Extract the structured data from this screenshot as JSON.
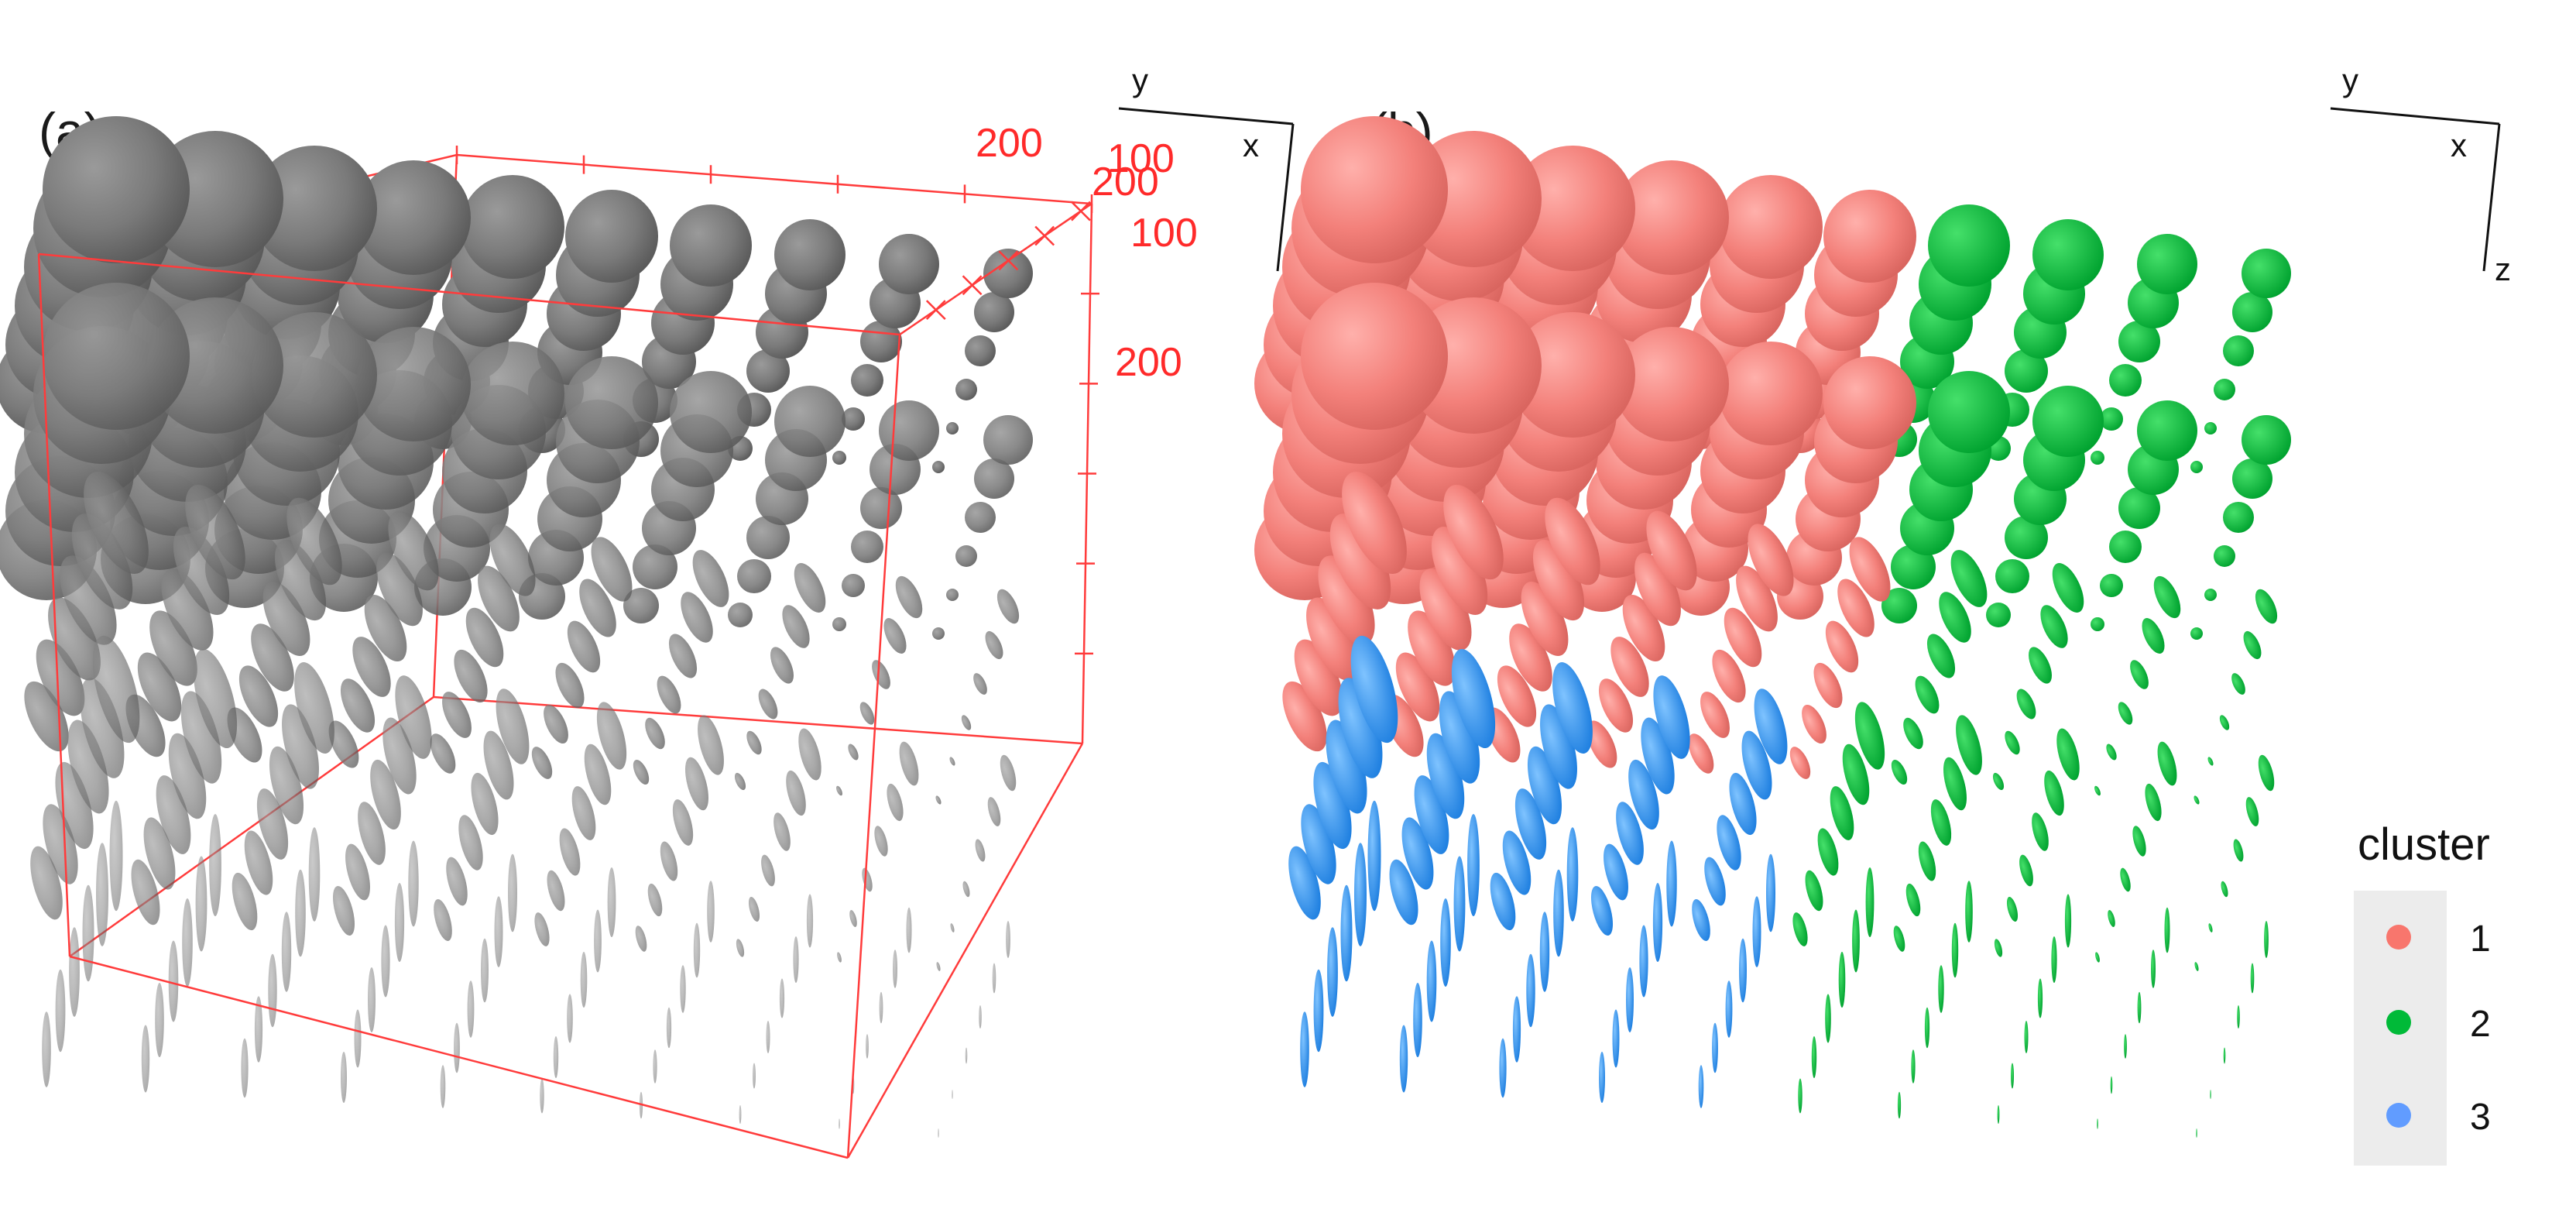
{
  "panels": {
    "a": {
      "label": "(a)"
    },
    "b": {
      "label": "(b)"
    }
  },
  "orientation": {
    "x": "x",
    "y": "y",
    "z": "z"
  },
  "tick_labels": {
    "top_front": "200",
    "top_back_a": "100",
    "top_back_b": "200",
    "right_top": "100",
    "right_mid": "200"
  },
  "legend": {
    "title": "cluster",
    "entries": [
      {
        "label": "1",
        "color": "#f8766d"
      },
      {
        "label": "2",
        "color": "#00ba38"
      },
      {
        "label": "3",
        "color": "#619cff"
      }
    ]
  },
  "chart_data": [
    {
      "type": "scatter",
      "title": "",
      "panel": "(a)",
      "description_note": "",
      "glyph": "ellipsoid",
      "color": "#808080",
      "box_color": "#ff2a2a",
      "ticks": [
        "200",
        "100",
        "200",
        "100",
        "200"
      ],
      "grid": {
        "columns": 10,
        "rows": 5,
        "layers": 6
      }
    },
    {
      "type": "scatter",
      "title": "",
      "panel": "(b)",
      "glyph": "ellipsoid",
      "series": [
        {
          "name": "1",
          "color": "#f8766d"
        },
        {
          "name": "2",
          "color": "#00ba38"
        },
        {
          "name": "3",
          "color": "#619cff"
        }
      ],
      "grid": {
        "columns": 10,
        "rows": 5,
        "layers": 6
      },
      "legend_position": "bottom-right"
    }
  ]
}
